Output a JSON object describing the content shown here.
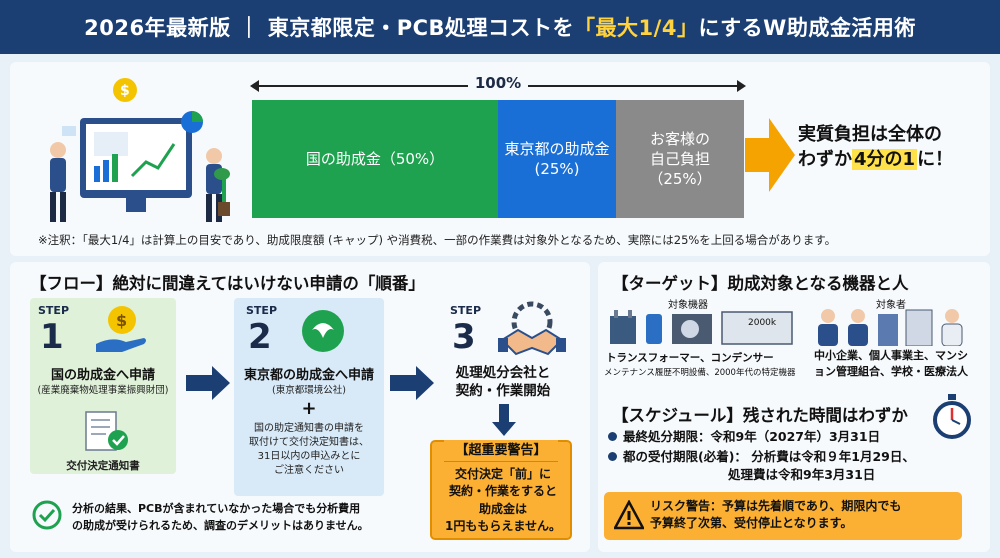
{
  "header": {
    "title_before": "2026年最新版 ｜ 東京都限定・PCB処理コストを",
    "title_highlight": "「最大1/4」",
    "title_after": "にするW助成金活用術"
  },
  "ratio": {
    "total_label": "100%",
    "segments": [
      {
        "label": "国の助成金（50%）",
        "percent": 50,
        "color": "#1ea24f"
      },
      {
        "label": "東京都の助成金",
        "sub": "(25%)",
        "percent": 25,
        "color": "#1a6fd6"
      },
      {
        "label": "お客様の",
        "label2": "自己負担",
        "sub": "（25%）",
        "percent": 25,
        "color": "#8a8a8a"
      }
    ],
    "result_line1": "実質負担は全体の",
    "result_line2_before": "わずか",
    "result_line2_highlight": "4分の1",
    "result_line2_after": "に！"
  },
  "note": "※注釈：「最大1/4」は計算上の目安であり、助成限度額 (キャップ) や消費税、一部の作業費は対象外となるため、実際には25%を上回る場合があります。",
  "flow": {
    "title": "【フロー】絶対に間違えてはいけない申請の「順番」",
    "step_word": "STEP",
    "step1": {
      "num": "1",
      "title": "国の助成金へ申請",
      "sub": "(産業廃棄物処理事業振興財団)",
      "doc_label": "交付決定通知書"
    },
    "step2": {
      "num": "2",
      "title": "東京都の助成金へ申請",
      "sub": "(東京都環境公社)",
      "plus": "+",
      "detail": [
        "国の助定通知書の申請を",
        "取付けて交付決定知書は、",
        "31日以内の申込みとに",
        "ご注意ください"
      ]
    },
    "step3": {
      "num": "3",
      "title_line1": "処理処分会社と",
      "title_line2": "契約・作業開始"
    },
    "warning": {
      "title": "【超重要警告】",
      "lines": [
        "交付決定「前」に",
        "契約・作業をすると",
        "助成金は",
        "1円ももらえません。"
      ]
    },
    "check_note_line1": "分析の結果、PCBが含まれていなかった場合でも分析費用",
    "check_note_line2": "の助成が受けられるため、調査のデメリットはありません。"
  },
  "target": {
    "title": "【ターゲット】助成対象となる機器と人",
    "equipment_heading": "対象機器",
    "equipment_line1": "トランスフォーマー、コンデンサー",
    "equipment_line2": "メンテナンス履歴不明設備、2000年代の特定機器",
    "equipment_tag": "2000k",
    "people_heading": "対象者",
    "people_line1": "中小企業、個人事業主、マンシ",
    "people_line2": "ョン管理組合、学校・医療法人"
  },
  "schedule": {
    "title": "【スケジュール】残された時間はわずか",
    "item1": "最終処分期限：令和9年（2027年）3月31日",
    "item2_line1": "都の受付期限(必着)： 分析費は令和９年1月29日、",
    "item2_line2": "処理費は令和9年3月31日"
  },
  "risk": {
    "line1": "リスク警告：予算は先着順であり、期限内でも",
    "line2": "予算終了次第、受付停止となります。"
  }
}
